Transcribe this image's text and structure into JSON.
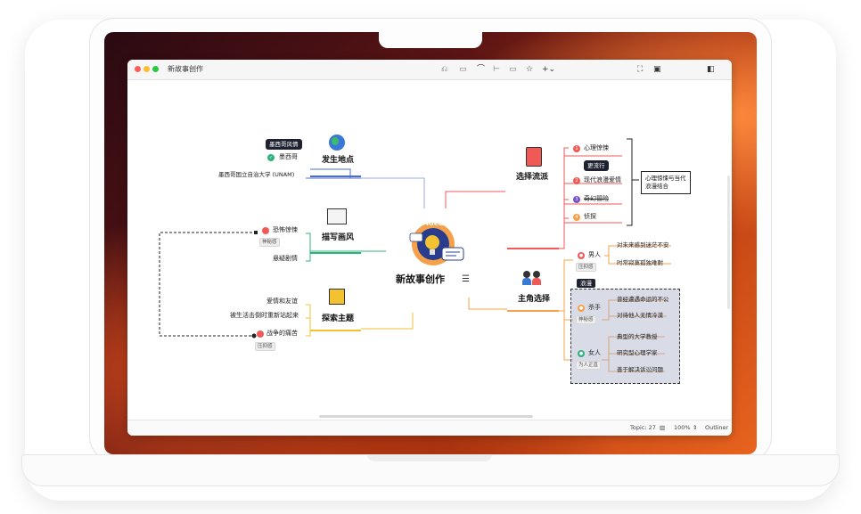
{
  "window": {
    "title": "新故事创作"
  },
  "toolbar": {
    "icons": [
      "undo-icon",
      "redo-icon",
      "link-icon",
      "note-icon",
      "comment-icon",
      "star-icon",
      "add-icon",
      "fullscreen-icon",
      "present-icon",
      "panel-icon"
    ]
  },
  "status": {
    "topic_label": "Topic: 27",
    "zoom": "100%",
    "mode": "Outliner"
  },
  "central": {
    "title": "新故事创作",
    "badge": "Idea"
  },
  "branches": {
    "setting": {
      "title": "发生地点",
      "callout": "墨西哥风情",
      "child1": "墨西哥",
      "child2": "墨西哥国立自治大学 (UNAM)"
    },
    "style": {
      "title": "描写画风",
      "child1": "恐怖惊悚",
      "child1_tag": "神秘感",
      "child2": "悬疑剧情"
    },
    "theme": {
      "title": "探索主题",
      "child1": "爱情和友谊",
      "child2": "被生活击倒时重新站起来",
      "child3": "战争的痛苦",
      "child3_tag": "压抑感"
    },
    "genre": {
      "title": "选择流派",
      "child1": "心理惊悚",
      "callout": "更流行",
      "child2": "现代浪漫爱情",
      "child3": "奇幻冒险",
      "child4": "侦探",
      "summary_line1": "心理惊悚与当代",
      "summary_line2": "浪漫结合"
    },
    "protagonist": {
      "title": "主角选择",
      "man": "男人",
      "man_tag": "压抑感",
      "man_c1": "对未来感到迷茫不安",
      "man_c2": "时常寂寞孤独难耐",
      "boundary_label": "浪漫",
      "killer": "杀手",
      "killer_tag": "神秘感",
      "killer_c1": "曾经遭遇命运的不公",
      "killer_c2": "对待他人无情冷漠",
      "woman": "女人",
      "woman_tag": "为人正直",
      "woman_c1": "典型的大学教授",
      "woman_c2": "研究型心理学家",
      "woman_c3": "善于解决诉讼问题"
    }
  },
  "colors": {
    "blue": "#4a6cd4",
    "green": "#2db37a",
    "yellow": "#f2c230",
    "red": "#ef5a57",
    "orange": "#f5a04a",
    "accent_line": "#e05a3a"
  }
}
